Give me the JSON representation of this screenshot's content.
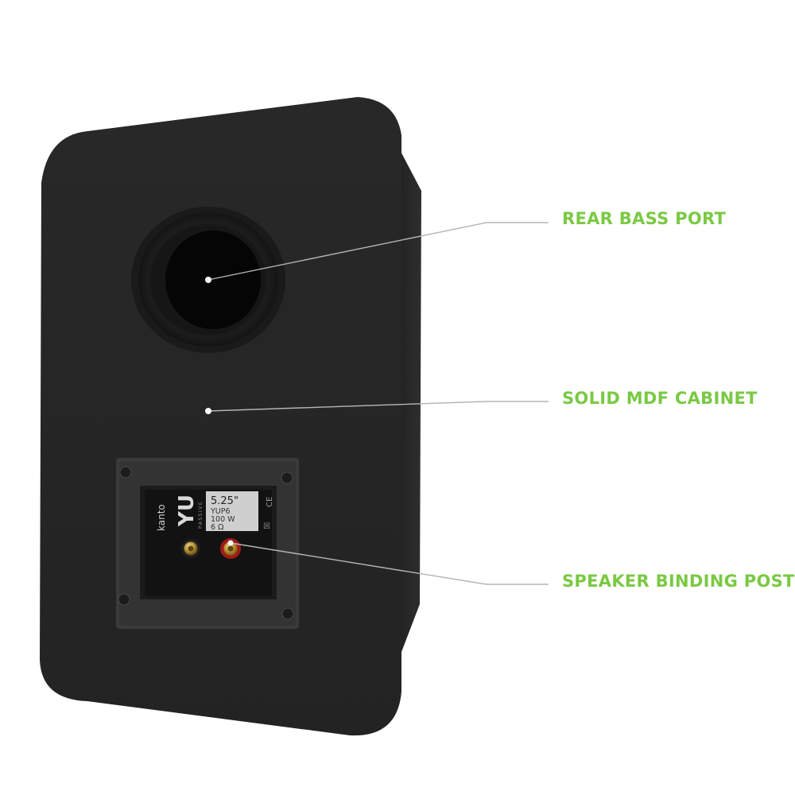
{
  "colors": {
    "accent": "#7ac943",
    "cabinet": "#262626",
    "leader_line": "#b5b5b5"
  },
  "callouts": {
    "rear_bass_port": "REAR BASS PORT",
    "solid_mdf_cabinet": "SOLID MDF CABINET",
    "speaker_binding_post": "SPEAKER BINDING POST"
  },
  "terminal_plate": {
    "brand": "kanto",
    "model_logo": "YU",
    "vertical_text": "PASSIVE",
    "spec_size": "5.25\"",
    "spec_model": "YUP6",
    "spec_power": "100 W",
    "spec_impedance": "6 Ω",
    "ce_mark": "CE",
    "weee_mark": "☒"
  }
}
